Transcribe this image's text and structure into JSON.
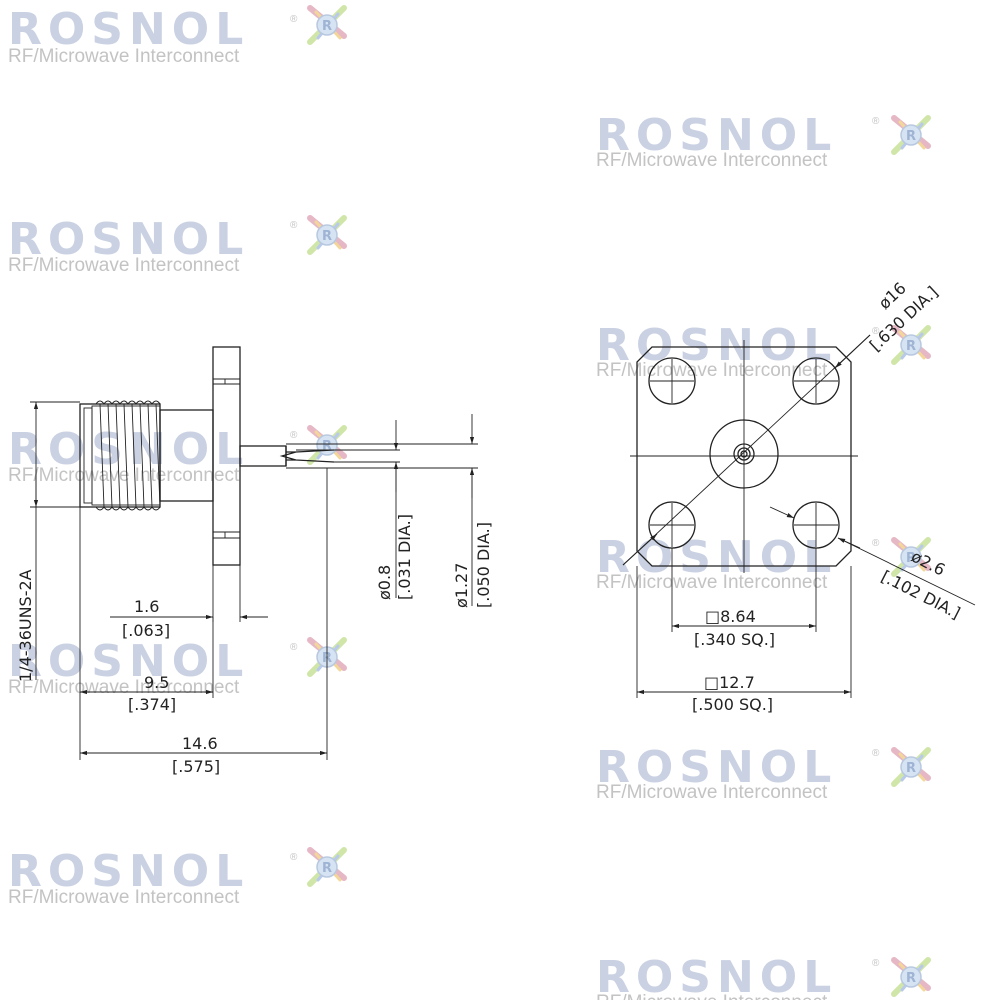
{
  "watermark": {
    "brand": "ROSNOL",
    "tagline": "RF/Microwave Interconnect",
    "registered": "®"
  },
  "side_view": {
    "thread_label": "1/4-36UNS-2A",
    "pin_dia_mm": "ø0.8",
    "pin_dia_in": "[.031 DIA.]",
    "dielectric_dia_mm": "ø1.27",
    "dielectric_dia_in": "[.050 DIA.]",
    "flange_thk_mm": "1.6",
    "flange_thk_in": "[.063]",
    "thread_len_mm": "9.5",
    "thread_len_in": "[.374]",
    "overall_len_mm": "14.6",
    "overall_len_in": "[.575]"
  },
  "front_view": {
    "bolt_circle_mm": "ø16",
    "bolt_circle_in": "[.630 DIA.]",
    "hole_dia_mm": "ø2.6",
    "hole_dia_in": "[.102 DIA.]",
    "hole_spacing_mm": "□8.64",
    "hole_spacing_in": "[.340 SQ.]",
    "flange_size_mm": "□12.7",
    "flange_size_in": "[.500 SQ.]"
  }
}
